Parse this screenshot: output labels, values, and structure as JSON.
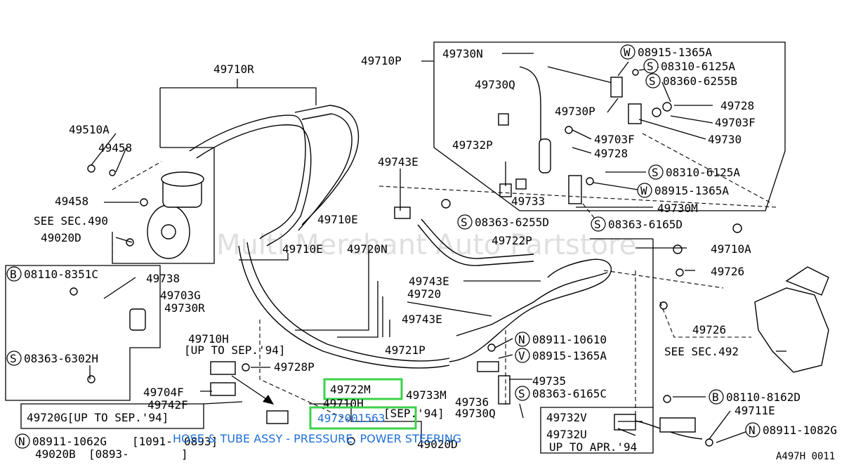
{
  "watermark": "Multi-Merchant Auto Partstore",
  "caption": "HOSE & TUBE ASSY - PRESSURE, POWER STEERING",
  "diagram_ref": "A497H 0011",
  "highlight": {
    "color": "#3bd24a",
    "text_color": "#1e6fd6"
  },
  "callouts": {
    "p49710R": "49710R",
    "p49710P": "49710P",
    "p49730N": "49730N",
    "w1": "W",
    "w1_num": "08915-1365A",
    "s1": "S",
    "s1_num": "08310-6125A",
    "s2": "S",
    "s2_num": "08360-6255B",
    "p49730Q": "49730Q",
    "p49728a": "49728",
    "p49703Fa": "49703F",
    "p49730P": "49730P",
    "p49703Fb": "49703F",
    "p49730": "49730",
    "p49510A": "49510A",
    "p49458a": "49458",
    "p49732P": "49732P",
    "p49728b": "49728",
    "p49743Ea": "49743E",
    "s3": "S",
    "s3_num": "08310-6125A",
    "p49458b": "49458",
    "w2": "W",
    "w2_num": "08915-1365A",
    "p49733": "49733",
    "p49730M": "49730M",
    "see490": "SEE SEC.490",
    "p49710Ea": "49710E",
    "s4": "S",
    "s4_num": "08363-6255D",
    "s5": "S",
    "s5_num": "08363-6165D",
    "p49020D": "49020D",
    "p49722P": "49722P",
    "p49710Eb": "49710E",
    "p49720N": "49720N",
    "p49710A": "49710A",
    "b1": "B",
    "b1_num": "08110-8351C",
    "p49738": "49738",
    "p49726a": "49726",
    "p49743Eb": "49743E",
    "p49703G": "49703G",
    "p49720": "49720",
    "p49730R": "49730R",
    "p49743Ec": "49743E",
    "p49726b": "49726",
    "p49710H": "49710H",
    "upto94a": "[UP TO SEP.'94]",
    "n1": "N",
    "n1_num": "08911-10610",
    "see492": "SEE SEC.492",
    "p49721P": "49721P",
    "v1": "V",
    "v1_num": "08915-1365A",
    "s6": "S",
    "s6_num": "08363-6302H",
    "p49728P": "49728P",
    "p49735": "49735",
    "p49722M": "49722M",
    "p49733M": "49733M",
    "p49704F": "49704F",
    "s7": "S",
    "s7_num": "08363-6165C",
    "p49710Hb": "49710H",
    "p49742F": "49742F",
    "p49736": "49736",
    "b2": "B",
    "b2_num": "08110-8162D",
    "p49720G": "49720G[UP TO SEP.'94]",
    "sep94": "[SEP.'94]",
    "p49730Q2": "49730Q",
    "p49711E": "49711E",
    "p49732V": "49732V",
    "p49732U": "49732U",
    "n2": "N",
    "n2_num": "08911-1082G",
    "n3": "N",
    "n3_num": "08911-1062G",
    "r1091": "[1091-",
    "r0893": "0893]",
    "p49020B": "49020B",
    "r0893b": "[0893-",
    "rbr": "]",
    "p49020D2": "49020D",
    "upto94apr": "UP TO APR.'94",
    "p49720_1563": "4972001563"
  }
}
